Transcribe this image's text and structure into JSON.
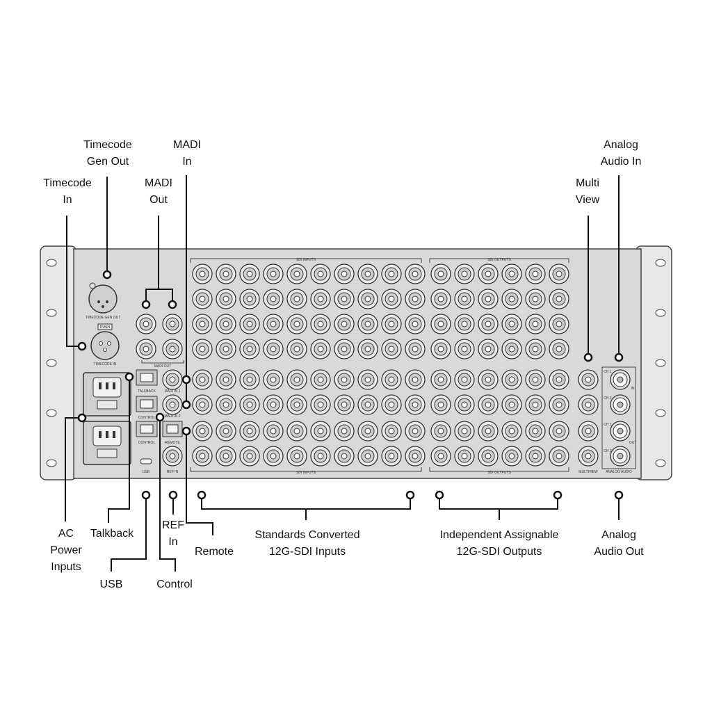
{
  "labels": {
    "timecode_gen_out": [
      "Timecode",
      "Gen Out"
    ],
    "madi_in": [
      "MADI",
      "In"
    ],
    "analog_audio_in": [
      "Analog",
      "Audio In"
    ],
    "timecode_in": [
      "Timecode",
      "In"
    ],
    "madi_out": [
      "MADI",
      "Out"
    ],
    "multi_view": [
      "Multi",
      "View"
    ],
    "ac_power_inputs": [
      "AC",
      "Power",
      "Inputs"
    ],
    "talkback": [
      "Talkback"
    ],
    "ref_in": [
      "REF",
      "In"
    ],
    "remote": [
      "Remote"
    ],
    "standards_converted": [
      "Standards Converted",
      "12G-SDI Inputs"
    ],
    "independent_assignable": [
      "Independent Assignable",
      "12G-SDI Outputs"
    ],
    "analog_audio_out": [
      "Analog",
      "Audio Out"
    ],
    "usb": [
      "USB"
    ],
    "control": [
      "Control"
    ]
  },
  "panel_text": {
    "sdi_inputs": "SDI INPUTS",
    "sdi_outputs": "SDI OUTPUTS",
    "timecode_gen_out": "TIMECODE GEN OUT",
    "timecode_in": "TIMECODE IN",
    "push": "PUSH",
    "madi_out": "MADI OUT",
    "madi_in_1": "MADI IN 1",
    "madi_in_2": "MADI IN 2",
    "talkback": "TALKBACK",
    "control": "CONTROL",
    "remote": "REMOTE",
    "usb": "USB",
    "ref_in": "REF IN",
    "multiview": "MULTIVIEW",
    "analog_audio": "ANALOG AUDIO",
    "ch1": "CH 1",
    "ch2": "CH 2",
    "in": "IN",
    "out": "OUT"
  },
  "colors": {
    "chassis": "#e6e6e6",
    "panel": "#d9d9d9",
    "line": "#111111"
  }
}
